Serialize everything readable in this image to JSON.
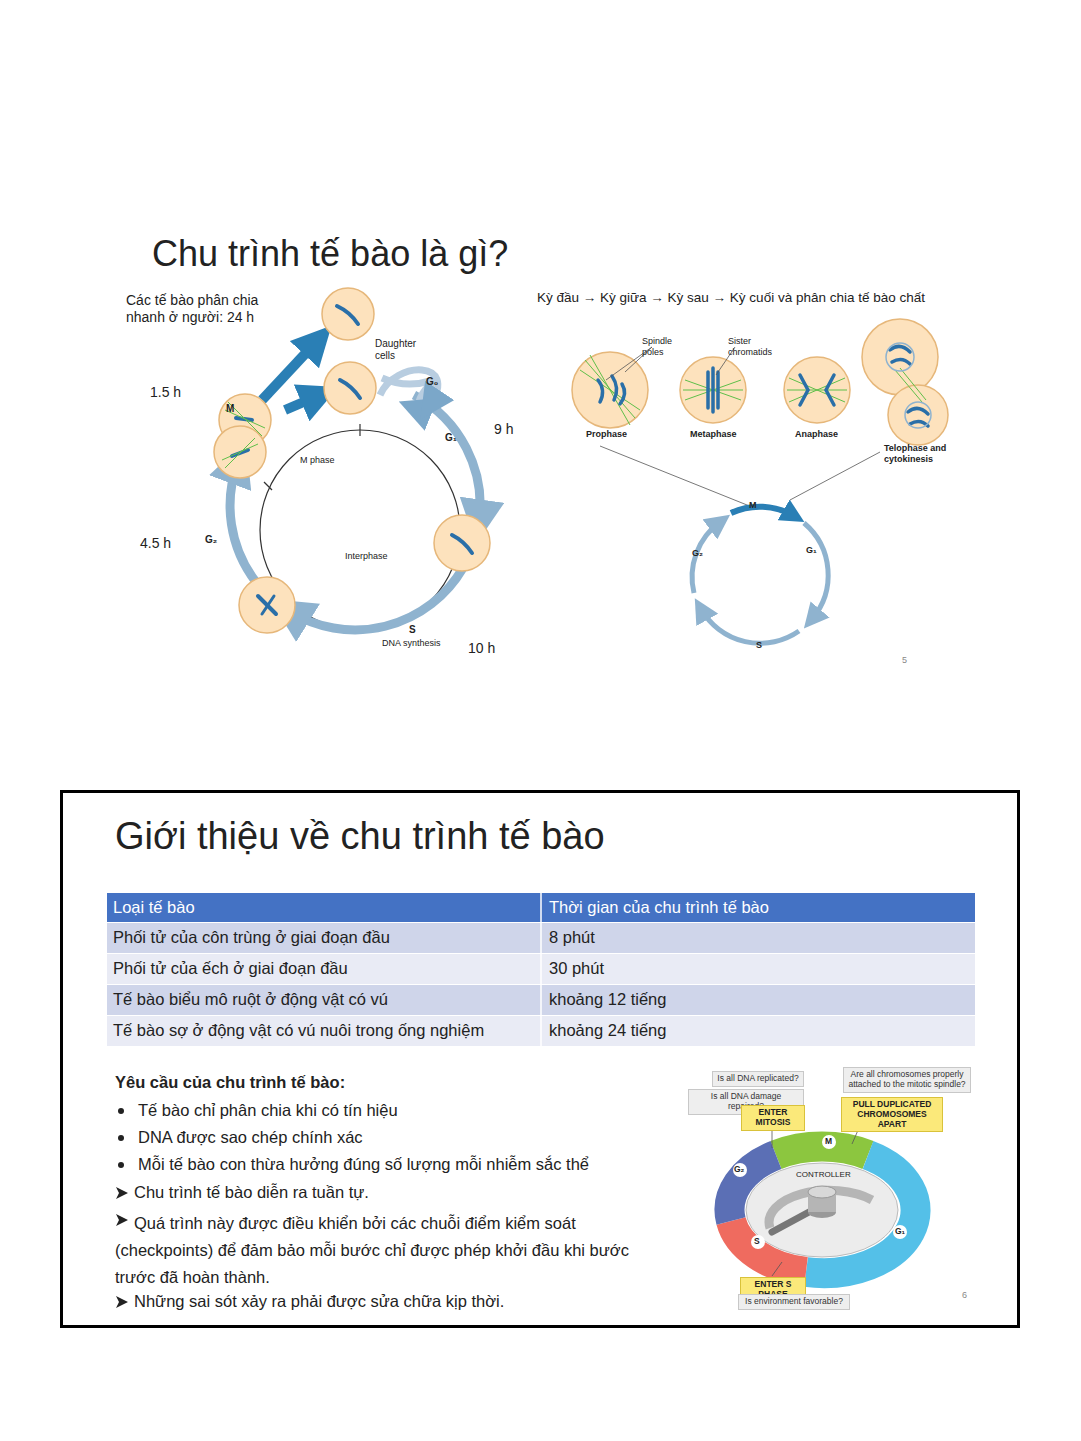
{
  "diagram": {
    "title": "Chu trình tế bào là gì?",
    "nodes": [
      {
        "text": [
          "Giới thiệu về chu trình tế bào"
        ]
      },
      {
        "text": [
          "Is all DNA replicated?"
        ],
        "in": 0
      },
      {
        "text": [
          "Is all DNA damage repaired?"
        ],
        "in": 0
      },
      {
        "text": [
          "ENTER MITOSIS"
        ],
        "in": 0
      },
      {
        "text": [
          "Are all chromosomes properly attached to the mitotic spindle?"
        ],
        "in": 0
      },
      {
        "text": [
          "PULL DUPLICATED CHROMOSOMES APART"
        ],
        "in": 0
      },
      {
        "text": [
          "ENTER S PHASE"
        ],
        "in": 0
      },
      {
        "text": [
          "Is environment favorable?"
        ],
        "in": 0
      }
    ],
    "labels": [
      "Các tế bào phân chia nhanh ở người: 24 h",
      "1.5 h",
      "M",
      "Daughter cells",
      "G₀",
      "G₁",
      "9 h",
      "M phase",
      "Interphase",
      "4.5 h",
      "G₂",
      "S",
      "DNA synthesis",
      "10 h",
      "Kỳ đầu → Kỳ giữa → Kỳ sau → Kỳ cuối và phân chia tế bào chất",
      "Spindle poles",
      "Sister chromatids",
      "Prophase",
      "Metaphase",
      "Anaphase",
      "Telophase and cytokinesis",
      "M",
      "G₁",
      "S",
      "G₂",
      "5",
      "Loại tế bào",
      "Thời gian của chu trình tế bào",
      "Phối tử của côn trùng ở giai đoạn đầu",
      "8 phút",
      "Phối tử của ếch ở giai đoạn đầu",
      "30 phút",
      "Tế bào biểu mô ruột ở động vật có vú",
      "khoảng 12 tiếng",
      "Tế bào sợ ở động vật có vú nuôi trong ống nghiệm",
      "khoảng 24 tiếng",
      "Yêu cầu của chu trình tế bào:",
      "Tế bào chỉ phân chia khi có tín hiệu",
      "DNA được sao chép chính xác",
      "Mỗi tế bào con thừa hưởng đúng số lượng mỗi nhiễm sắc thể",
      "Chu trình tế bào diễn ra tuần tự.",
      "Quá trình này được điều khiển bởi các chuỗi điểm kiểm soát (checkpoints) để đảm bảo mỗi bước chỉ được phép khởi đầu khi bước trước đã hoàn thành.",
      "Những sai sót xảy ra phải được sửa chữa kịp thời.",
      "CONTROLLER",
      "M",
      "G₂",
      "S",
      "G₁",
      "6"
    ]
  }
}
